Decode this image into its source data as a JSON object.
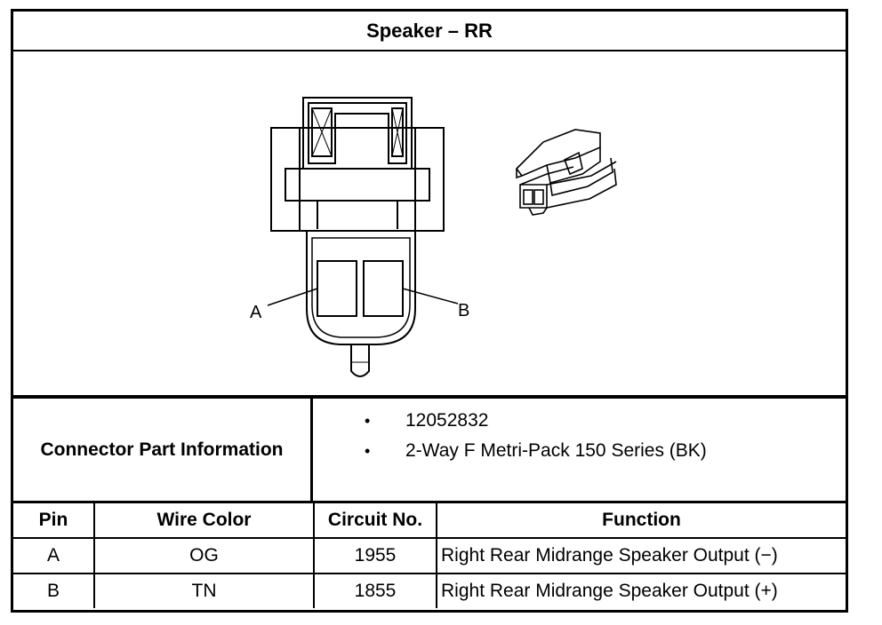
{
  "title": "Speaker – RR",
  "figure": {
    "pin_label_a": "A",
    "pin_label_b": "B",
    "line_color": "#000000"
  },
  "connector_info": {
    "label": "Connector Part Information",
    "bullet": "•",
    "items": [
      "12052832",
      "2-Way F Metri-Pack 150 Series (BK)"
    ]
  },
  "pin_table": {
    "headers": [
      "Pin",
      "Wire Color",
      "Circuit No.",
      "Function"
    ],
    "rows": [
      {
        "pin": "A",
        "wire_color": "OG",
        "circuit": "1955",
        "function": "Right Rear Midrange Speaker Output (−)"
      },
      {
        "pin": "B",
        "wire_color": "TN",
        "circuit": "1855",
        "function": "Right Rear Midrange Speaker Output (+)"
      }
    ]
  }
}
